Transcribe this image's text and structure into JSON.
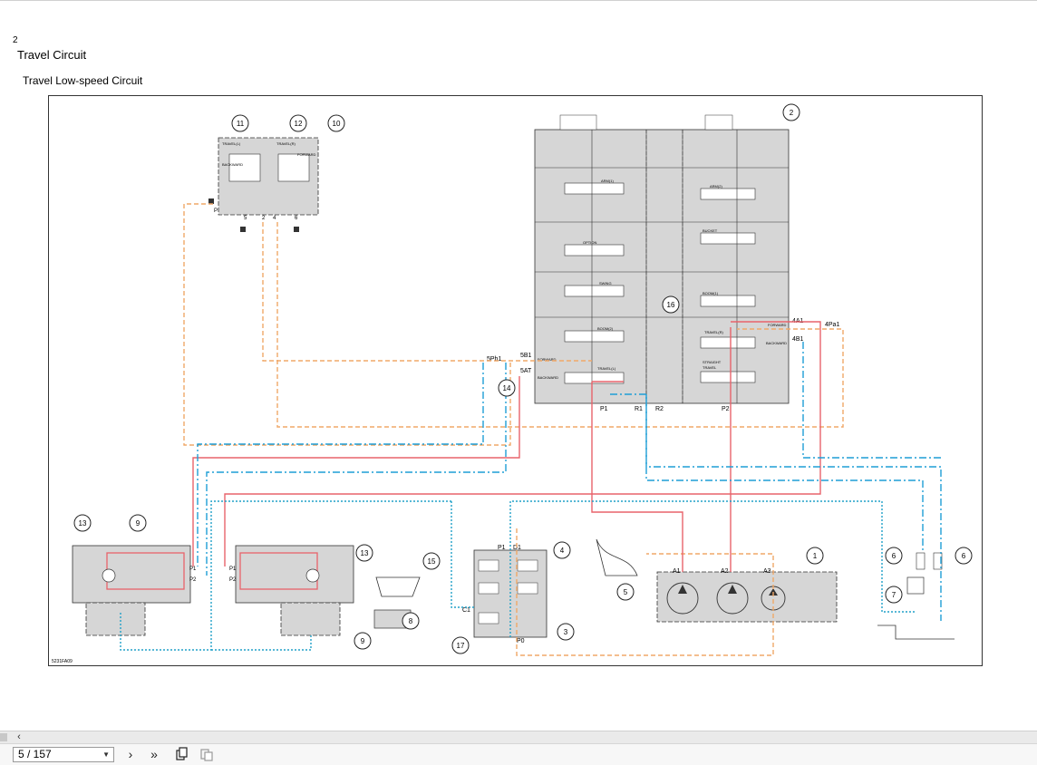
{
  "page": {
    "page_number": "2",
    "title": "Travel Circuit",
    "subtitle": "Travel Low-speed Circuit",
    "figure_code": "5231FA09"
  },
  "callouts": [
    "1",
    "2",
    "3",
    "4",
    "5",
    "6",
    "6",
    "7",
    "8",
    "9",
    "9",
    "10",
    "11",
    "12",
    "13",
    "13",
    "14",
    "15",
    "16",
    "17"
  ],
  "labels": {
    "port_5pb1": "5Pb1",
    "port_5b1": "5B1",
    "port_5at": "5AT",
    "port_4a1": "4A1",
    "port_4pa1": "4Pa1",
    "port_4b1": "4B1",
    "p1": "P1",
    "r1": "R1",
    "r2": "R2",
    "p2": "P2",
    "pump_a1": "A1",
    "pump_a2": "A2",
    "pump_a3": "A3",
    "swivel_p1": "P1",
    "swivel_d1": "D1",
    "swivel_c1": "C1",
    "swivel_p0": "P0",
    "motor_left_p1": "P1",
    "motor_left_p2": "P2",
    "motor_right_p1": "P1",
    "motor_right_p2": "P2",
    "pilot_p": "P",
    "pilot_5": "5",
    "pilot_2": "2",
    "pilot_4": "4",
    "pilot_6": "6",
    "spool_arm1": "ARM(1)",
    "spool_arm2": "ARM(2)",
    "spool_option": "OPTION",
    "spool_bucket": "BUCKET",
    "spool_swing": "SWING",
    "spool_boom1": "BOOM(1)",
    "spool_boom2": "BOOM(2)",
    "spool_travel_r": "TRAVEL(R)",
    "spool_travel_l": "TRAVEL(L)",
    "spool_straight": "STRAIGHT",
    "spool_travel": "TRAVEL",
    "forward": "FORWARD",
    "backward": "BACKWARD",
    "travel_l_small": "TRAVEL(L)",
    "travel_r_small": "TRAVEL(R)"
  },
  "colors": {
    "pressure_line": "#e8636b",
    "return_line": "#1e9ed6",
    "pilot_line": "#f0a868",
    "drain_line": "#20a0c8",
    "block_fill": "#d6d6d6"
  },
  "viewer": {
    "page_indicator": "5 / 157",
    "icons": [
      "scroll-left-icon",
      "dropdown-icon",
      "next-page-icon",
      "last-page-icon",
      "single-page-icon",
      "two-page-icon"
    ]
  }
}
